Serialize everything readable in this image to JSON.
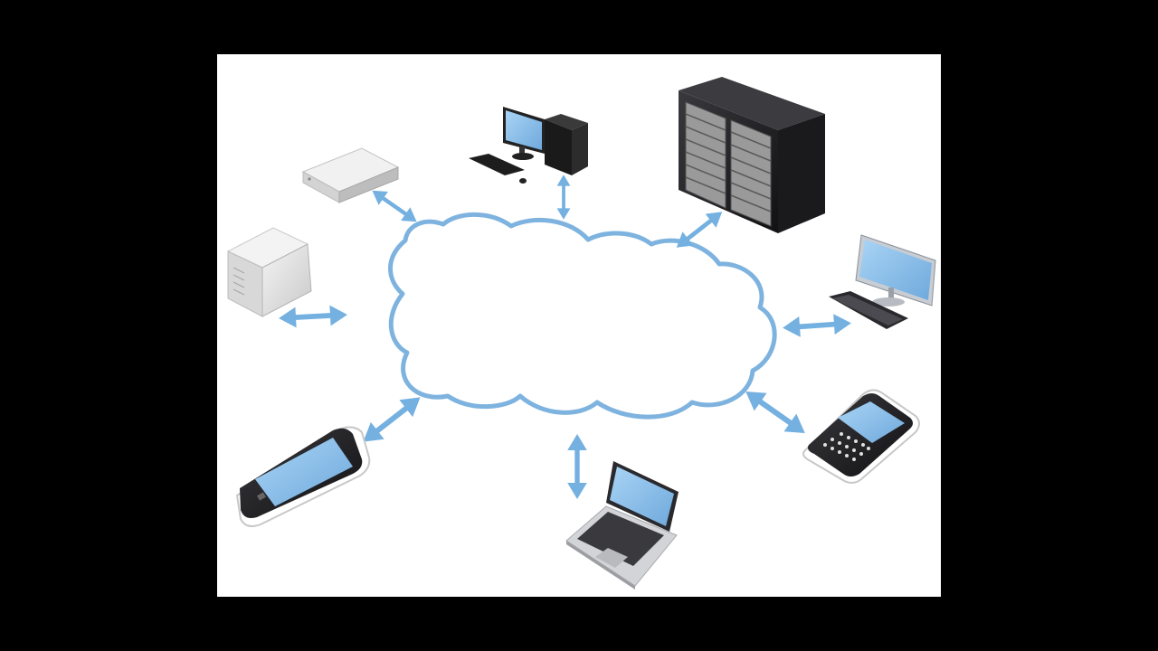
{
  "colors": {
    "letterbox": "#000000",
    "canvas": "#ffffff",
    "cloud_outline": "#7eb3df",
    "arrow": "#74b0e0",
    "screen": "#8ec3ee",
    "dark_device": "#1c1c1e",
    "light_device": "#e6e6e6"
  },
  "diagram": {
    "center": "cloud",
    "nodes": [
      {
        "id": "router",
        "icon": "network-appliance-icon"
      },
      {
        "id": "desktop",
        "icon": "desktop-computer-icon"
      },
      {
        "id": "server-rack",
        "icon": "server-rack-icon"
      },
      {
        "id": "tower-server",
        "icon": "tower-server-icon"
      },
      {
        "id": "monitor",
        "icon": "monitor-keyboard-icon"
      },
      {
        "id": "touch-phone",
        "icon": "touchscreen-phone-icon"
      },
      {
        "id": "laptop",
        "icon": "laptop-icon"
      },
      {
        "id": "keyboard-phone",
        "icon": "keyboard-smartphone-icon"
      }
    ],
    "connections": [
      {
        "from": "cloud",
        "to": "router",
        "direction": "bidirectional"
      },
      {
        "from": "cloud",
        "to": "desktop",
        "direction": "bidirectional"
      },
      {
        "from": "cloud",
        "to": "server-rack",
        "direction": "bidirectional"
      },
      {
        "from": "cloud",
        "to": "tower-server",
        "direction": "bidirectional"
      },
      {
        "from": "cloud",
        "to": "monitor",
        "direction": "bidirectional"
      },
      {
        "from": "cloud",
        "to": "touch-phone",
        "direction": "bidirectional"
      },
      {
        "from": "cloud",
        "to": "laptop",
        "direction": "bidirectional"
      },
      {
        "from": "cloud",
        "to": "keyboard-phone",
        "direction": "bidirectional"
      }
    ]
  }
}
